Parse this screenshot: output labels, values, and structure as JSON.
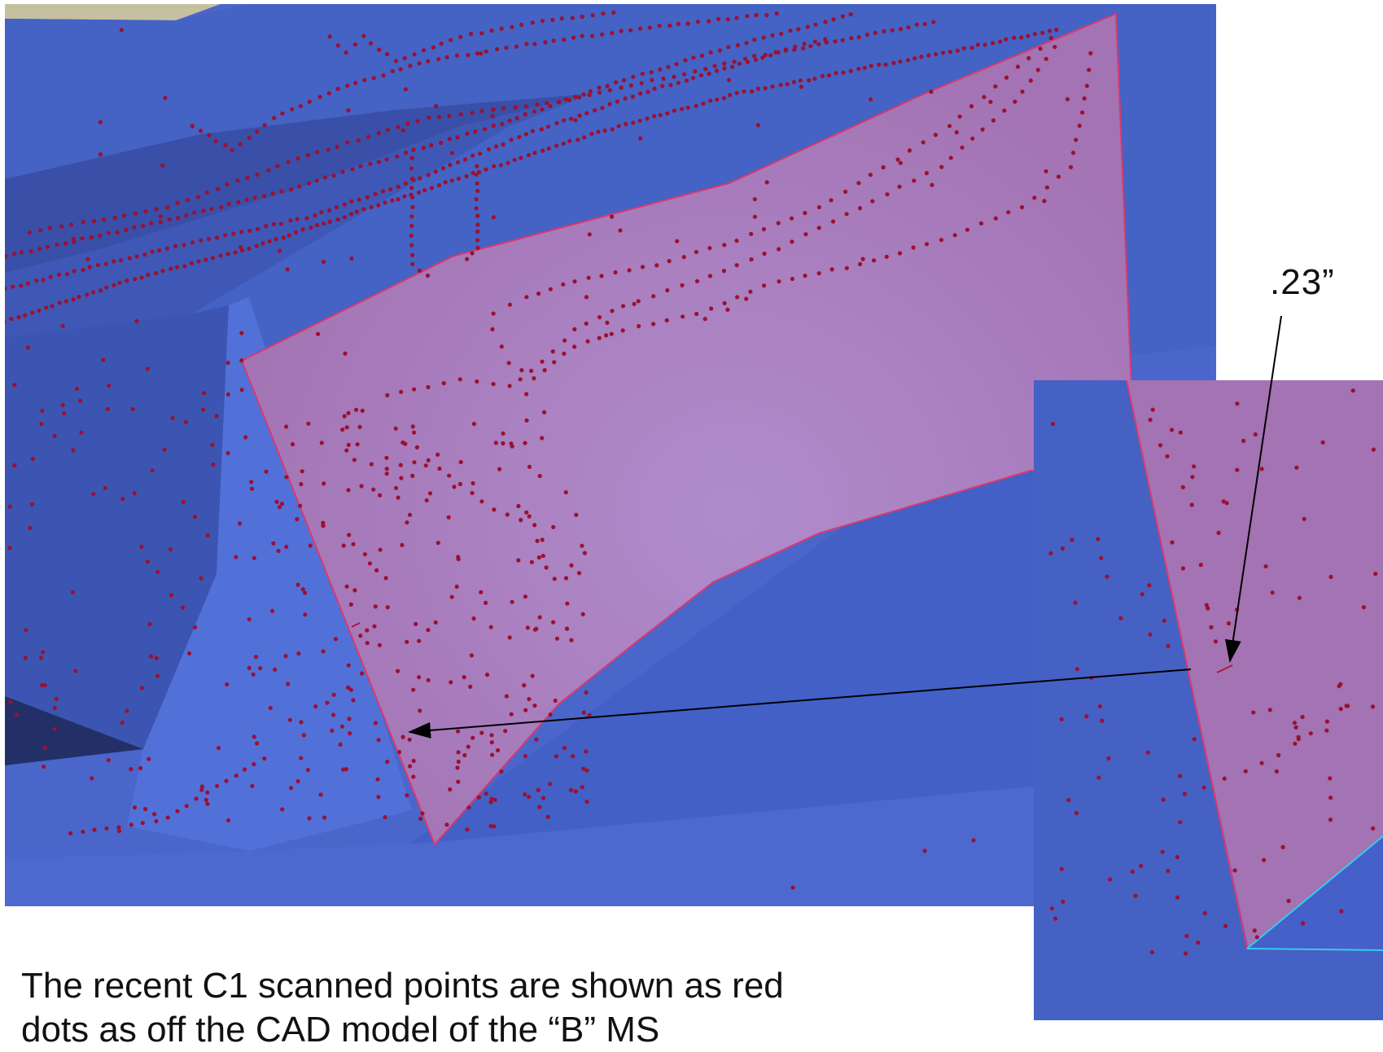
{
  "annotation": {
    "dimension_label": ".23”"
  },
  "caption": {
    "line1": "The recent C1 scanned points are shown as red",
    "line2": "dots as off the CAD model of the “B” MS"
  },
  "colors": {
    "surface_blue": "#4661c4",
    "surface_blue_dark": "#3a51ad",
    "surface_blue_light": "#5170d6",
    "shadow_navy": "#223067",
    "patch_pink": "#a878b8",
    "patch_edge": "#d93a6e",
    "point_red": "#9c1030",
    "cyan_edge": "#33ccee",
    "ground_tan": "#c5c09f"
  },
  "icons": {
    "main_view": "cad-surface-view",
    "zoom_view": "zoomed-detail-view",
    "arrow": "leader-arrow"
  }
}
